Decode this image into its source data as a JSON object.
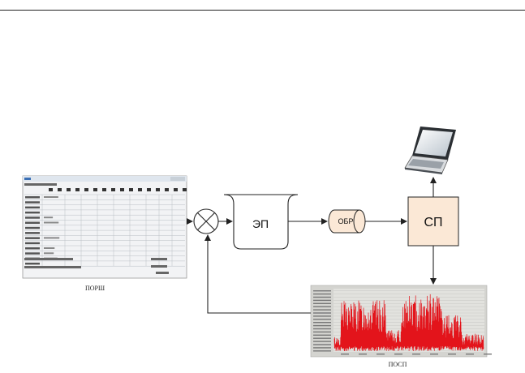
{
  "blocks": {
    "ep": {
      "label": "ЭП"
    },
    "obr": {
      "label": "ОБР"
    },
    "sp": {
      "label": "СП"
    }
  },
  "captions": {
    "porsh": "ПОРШ",
    "posp": "ПОСП"
  },
  "colors": {
    "sp_fill": "#fbe8d6",
    "obr_fill": "#fbe8d6",
    "signal": "#e3141b",
    "line": "#222222"
  },
  "icons": {
    "laptop": "laptop-icon",
    "summing_junction": "summing-junction-icon"
  }
}
